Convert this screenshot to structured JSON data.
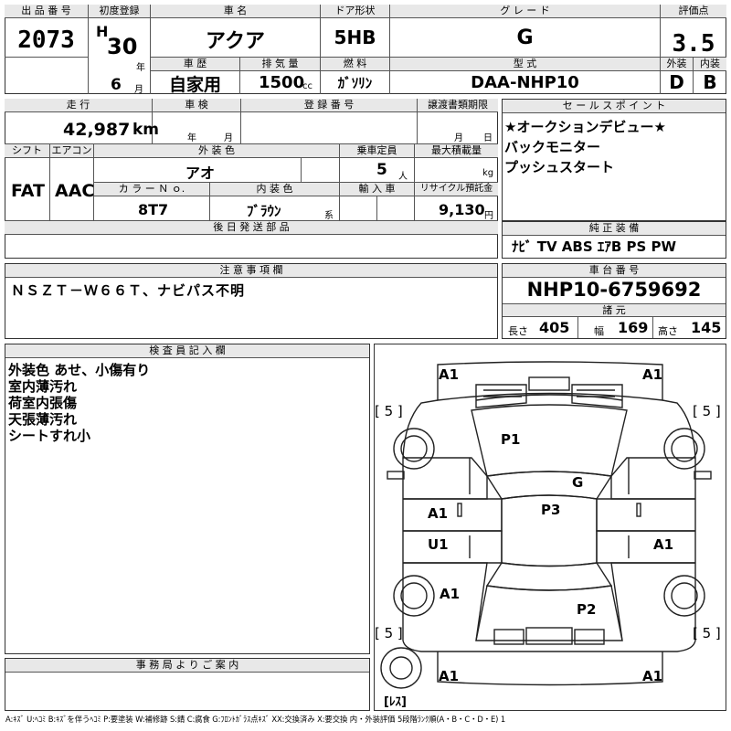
{
  "header": {
    "lot_label": "出 品 番 号",
    "lot": "2073",
    "first_reg_label": "初度登録",
    "era": "H",
    "year": "30",
    "year_unit": "年",
    "month": "6",
    "month_unit": "月",
    "name_label": "車 名",
    "name": "アクア",
    "door_label": "ドア形状",
    "door": "5HB",
    "grade_label": "グ レ ー ド",
    "grade": "G",
    "score_label": "評価点",
    "score": "3.5",
    "history_label": "車 歴",
    "history": "自家用",
    "disp_label": "排 気 量",
    "disp": "1500",
    "disp_unit": "cc",
    "fuel_label": "燃 料",
    "fuel": "ｶﾞｿﾘﾝ",
    "model_label": "型 式",
    "model": "DAA-NHP10",
    "ext_label": "外装",
    "ext": "D",
    "int_label": "内装",
    "int": "B"
  },
  "specs": {
    "mileage_label": "走 行",
    "mileage": "42,987",
    "mileage_unit": "km",
    "inspection_label": "車 検",
    "insp_year_unit": "年",
    "insp_month_unit": "月",
    "reg_label": "登 録 番 号",
    "transfer_label": "譲渡書類期限",
    "transfer_month_unit": "月",
    "transfer_day_unit": "日",
    "shift_label": "シフト",
    "shift": "FAT",
    "ac_label": "エアコン",
    "ac": "AAC",
    "ext_color_label": "外 装 色",
    "ext_color": "アオ",
    "capacity_label": "乗車定員",
    "capacity": "5",
    "capacity_unit": "人",
    "load_label": "最大積載量",
    "load_unit": "kg",
    "color_no_label": "カ ラ ー Ｎ ｏ.",
    "color_no": "8T7",
    "int_color_label": "内 装 色",
    "int_color": "ﾌﾞﾗｳﾝ",
    "int_color_unit": "系",
    "import_label": "輸 入 車",
    "recycle_label": "リサイクル預託金",
    "recycle": "9,130",
    "recycle_unit": "円",
    "later_label": "後 日 発 送 部 品"
  },
  "sales": {
    "label": "セ ー ル ス ポ イ ン ト",
    "points": [
      "★オークションデビュー★",
      "バックモニター",
      "プッシュスタート"
    ]
  },
  "equipment": {
    "label": "純 正 装 備",
    "items": "ﾅﾋﾞ TV ABS ｴｱB PS PW"
  },
  "notes": {
    "label": "注 意 事 項 欄",
    "text": "ＮＳＺＴ－Ｗ６６Ｔ、ナビパス不明"
  },
  "chassis": {
    "label": "車 台 番 号",
    "number": "NHP10-6759692",
    "dims_label": "諸 元",
    "length_label": "長さ",
    "length": "405",
    "width_label": "幅",
    "width": "169",
    "height_label": "高さ",
    "height": "145"
  },
  "inspector": {
    "label": "検 査 員 記 入 欄",
    "lines": [
      "外装色 あせ、小傷有り",
      "室内薄汚れ",
      "荷室内張傷",
      "天張薄汚れ",
      "シートすれ小"
    ]
  },
  "office": {
    "label": "事 務 局 よ り ご 案 内"
  },
  "diagram": {
    "marks": {
      "front_left": "A1",
      "front_right": "A1",
      "hood": "P1",
      "windshield": "G",
      "roof": "P3",
      "left_front_door": "A1",
      "left_rear_door": "U1",
      "left_rear_fender": "A1",
      "right_rear_door": "A1",
      "trunk": "P2",
      "rear_left": "A1",
      "rear_right": "A1"
    },
    "tire_marks": [
      "[ 5 ]",
      "[ 5 ]",
      "[ 5 ]",
      "[ 5 ]"
    ],
    "spare": "[ﾚｽ]"
  },
  "legend": "A:ｷｽﾞ U:ﾍｺﾐ B:ｷｽﾞを伴うﾍｺﾐ P:要塗装 W:補修跡 S:錆 C:腐食 G:ﾌﾛﾝﾄｶﾞﾗｽ点ｷｽﾞ XX:交換済み X:要交換  内・外装評価  5段階ﾗﾝｸ順(A・B・C・D・E) 1"
}
